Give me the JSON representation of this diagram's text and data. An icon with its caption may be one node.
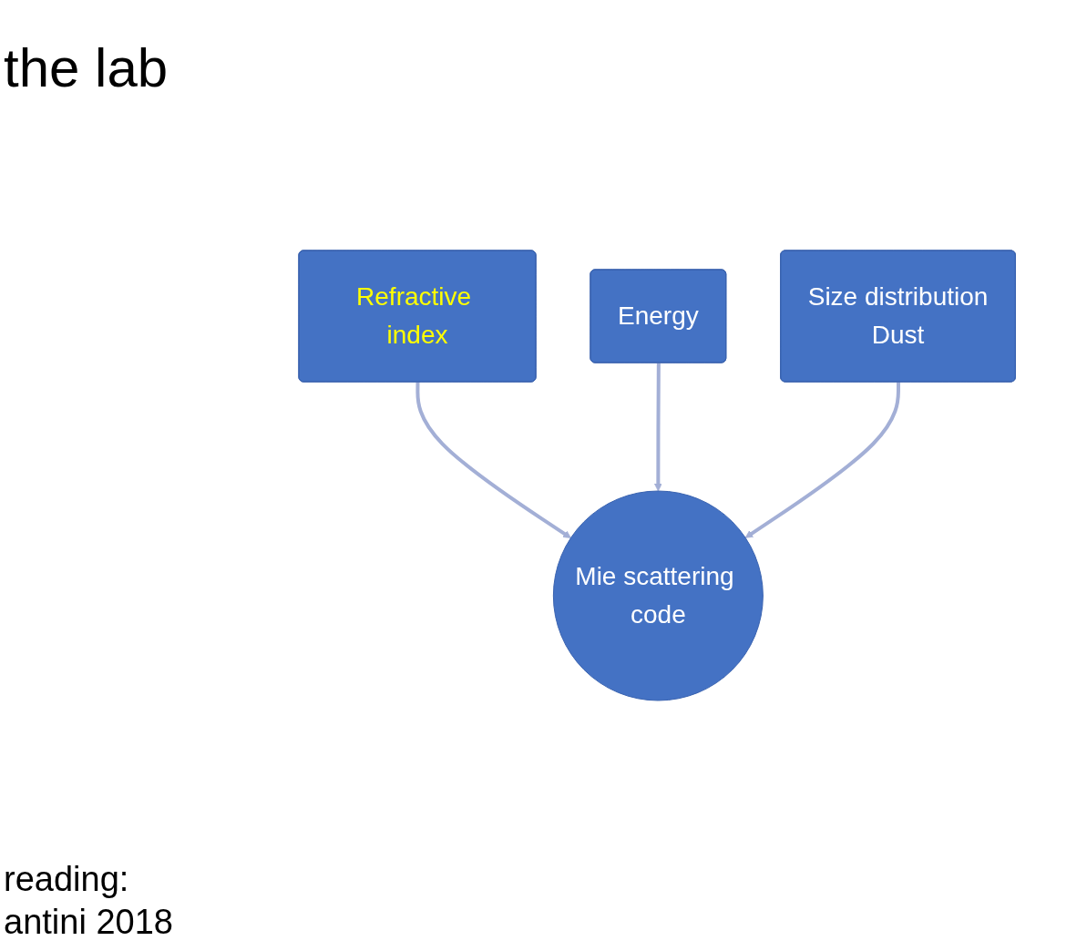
{
  "diagram": {
    "title": "the lab",
    "nodes": [
      {
        "text": [
          "Refractive index"
        ]
      },
      {
        "text": [
          "Energy"
        ]
      },
      {
        "text": [
          "Size distribution",
          "Dust"
        ]
      },
      {
        "text": [
          "Mie scattering code"
        ]
      }
    ],
    "edges": [
      {
        "from": 0,
        "to": 3,
        "arrow": "to"
      },
      {
        "from": 1,
        "to": 3,
        "arrow": "to"
      },
      {
        "from": 2,
        "to": 3,
        "arrow": "to"
      }
    ],
    "labels": [
      "reading:",
      "antini 2018"
    ]
  }
}
